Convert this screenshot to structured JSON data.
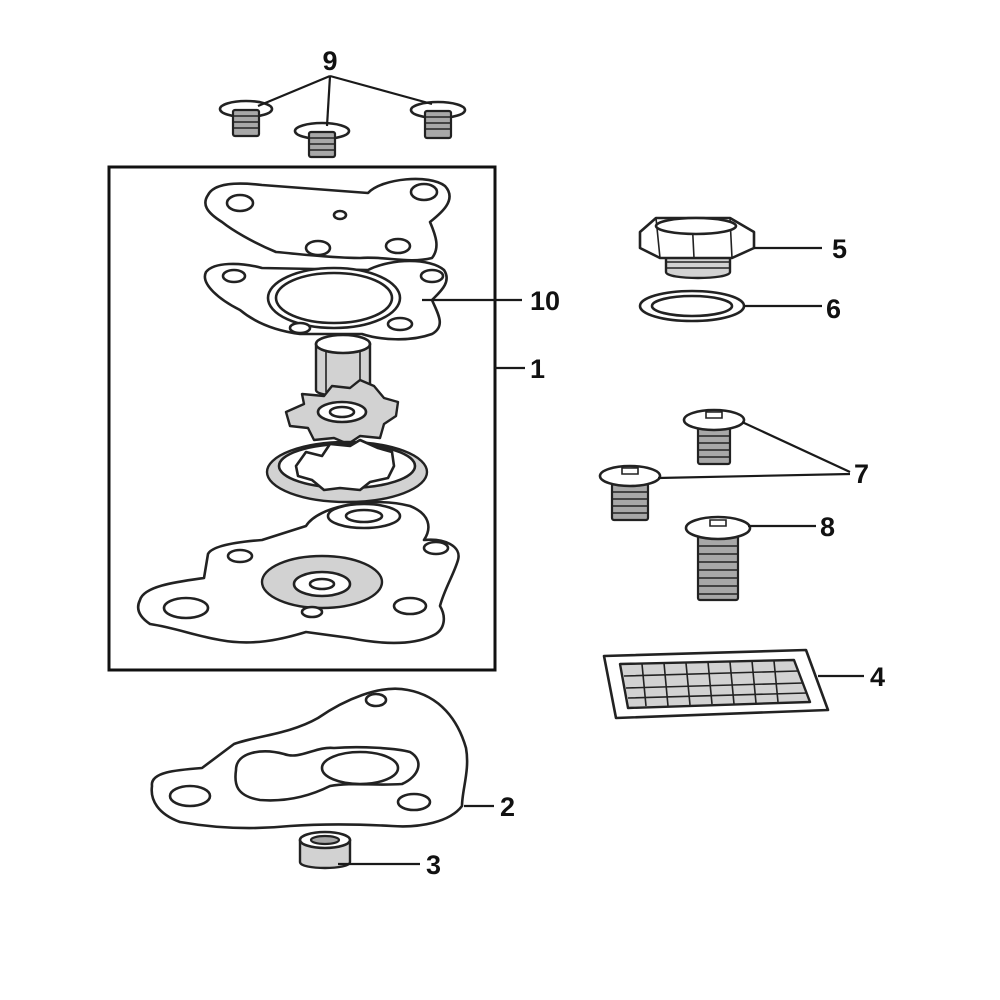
{
  "diagram": {
    "callouts": {
      "c1": "1",
      "c2": "2",
      "c3": "3",
      "c4": "4",
      "c5": "5",
      "c6": "6",
      "c7": "7",
      "c8": "8",
      "c9": "9",
      "c10": "10"
    },
    "colors": {
      "line": "#1a1a1a",
      "part_fill": "#ffffff",
      "shade_fill": "#d2d2d2",
      "dark_fill": "#a8a8a8",
      "background": "#ffffff"
    }
  }
}
